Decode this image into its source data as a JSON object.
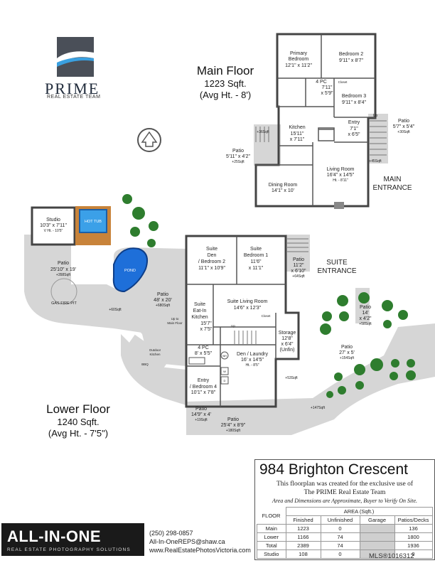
{
  "logo": {
    "wordmark": "PRIME",
    "tagline": "REAL ESTATE TEAM"
  },
  "main_floor": {
    "title": "Main Floor",
    "area": "1223 Sqft.",
    "height": "(Avg Ht. - 8')"
  },
  "lower_floor": {
    "title": "Lower Floor",
    "area": "1240 Sqft.",
    "height": "(Avg Ht. - 7'5\")"
  },
  "rooms_main": {
    "primary_name": "Primary",
    "primary_name2": "Bedroom",
    "primary_dim": "12'1\" x 11'2\"",
    "bed2_name": "Bedroom 2",
    "bed2_dim": "9'11\" x 8'7\"",
    "bed3_name": "Bedroom 3",
    "bed3_dim": "9'11\" x 8'4\"",
    "bath_name": "4 PC",
    "bath_dim": "7'11\"",
    "bath_dim2": "x 5'9\"",
    "kitchen_name": "Kitchen",
    "kitchen_dim": "15'11\"",
    "kitchen_dim2": "x 7'11\"",
    "entry_name": "Entry",
    "entry_dim": "7'1\"",
    "entry_dim2": "x 6'5\"",
    "living_name": "Living Room",
    "living_dim": "16'4\" x 14'5\"",
    "living_ht": "Ht. - 8'11\"",
    "dining_name": "Dining Room",
    "dining_dim": "14'1\" x 10'",
    "patio_r_name": "Patio",
    "patio_r_dim": "5'7\" x 5'4\"",
    "patio_r_sqft": "+30Sqft",
    "patio_l_name": "Patio",
    "patio_l_dim": "5'11\" x 4'2\"",
    "patio_l_sqft": "+25Sqft",
    "sqft_36": "+36Sqft",
    "sqft_45": "+45Sqft",
    "closet": "Closet",
    "up": "Up",
    "main_entrance": "MAIN",
    "main_entrance2": "ENTRANCE"
  },
  "rooms_lower": {
    "studio_name": "Studio",
    "studio_dim": "10'3\" x 7'11\"",
    "studio_ht": "V Ht. - 10'5\"",
    "hot_tub": "HOT TUB",
    "pond": "POND",
    "patio_big_name": "Patio",
    "patio_big_dim": "25'10\" x 19'",
    "patio_big_sqft": "+358Sqft",
    "gas_fire_pit": "GAS FIRE PIT",
    "sqft_60": "+60Sqft",
    "den_name": "Suite",
    "den_name2": "Den",
    "den_name3": "/ Bedroom 2",
    "den_dim": "11'1\" x 10'9\"",
    "sbed1_name": "Suite",
    "sbed1_name2": "Bedroom 1",
    "sbed1_dim": "11'6\"",
    "sbed1_dim2": "x 11'1\"",
    "patio_s_name": "Patio",
    "patio_s_dim": "11'2\"",
    "patio_s_dim2": "x 6'10\"",
    "patio_s_sqft": "+64Sqft",
    "suite_entrance": "SUITE",
    "suite_entrance2": "ENTRANCE",
    "patio_48_name": "Patio",
    "patio_48_dim": "48' x 20'",
    "patio_48_sqft": "+680Sqft",
    "eik_name": "Suite",
    "eik_name2": "Eat-In",
    "eik_name3": "Kitchen",
    "eik_dim": "15'7\"",
    "eik_dim2": "x 7'5\"",
    "slr_name": "Suite Living Room",
    "slr_dim": "14'6\" x 12'3\"",
    "storage_name": "Storage",
    "storage_dim": "12'8\"",
    "storage_dim2": "x 6'4\"",
    "storage_note": "(Unfin)",
    "bath_name": "4 PC",
    "bath_dim": "8' x 5'5\"",
    "laundry_name": "Den / Laundry",
    "laundry_dim": "16' x 14'5\"",
    "laundry_ht": "Ht. - 8'5\"",
    "entry_name": "Entry",
    "entry_name2": "/ Bedroom 4",
    "entry_dim": "10'1\" x 7'8\"",
    "outdoor_kitchen": "Outdoor",
    "outdoor_kitchen2": "Kitchen",
    "bbq": "BBQ",
    "patio_a_name": "Patio",
    "patio_a_dim": "14'9\" x 4'",
    "patio_a_sqft": "+19Sqft",
    "patio_b_name": "Patio",
    "patio_b_dim": "25'4\" x 8'9\"",
    "patio_b_sqft": "+180Sqft",
    "patio_c_name": "Patio",
    "patio_c_dim": "27' x 5'",
    "patio_c_sqft": "+154Sqft",
    "patio_d_name": "Patio",
    "patio_d_dim": "14'",
    "patio_d_dim2": "x 4'2\"",
    "patio_d_sqft": "+58Sqft",
    "sqft_53": "+53Sqft",
    "sqft_147": "+147Sqft",
    "up_main": "Up to",
    "up_main2": "Main Floor",
    "closet": "Closet",
    "up": "Up",
    "wh": "WH",
    "w": "W",
    "d": "D"
  },
  "info": {
    "title": "984 Brighton Crescent",
    "line1": "This floorplan was created for the exclusive use of",
    "line2": "The PRIME Real Estate Team",
    "line3": "Area and Dimensions are Approximate, Buyer to Verify On Site.",
    "header_floor": "FLOOR",
    "header_area": "AREA (Sqft.)",
    "columns": [
      "Finished",
      "Unfinished",
      "Garage",
      "Patios/Decks"
    ],
    "rows": [
      [
        "Main",
        "1223",
        "0",
        "",
        "136"
      ],
      [
        "Lower",
        "1166",
        "74",
        "",
        "1800"
      ],
      [
        "Total",
        "2389",
        "74",
        "",
        "1936"
      ],
      [
        "Studio",
        "108",
        "0",
        "",
        "0"
      ]
    ]
  },
  "branding": {
    "company": "ALL-IN-ONE",
    "company_sub": "REAL ESTATE PHOTOGRAPHY SOLUTIONS",
    "phone": "(250) 298-0857",
    "email": "All-In-OneREPS@shaw.ca",
    "website": "www.RealEstatePhotosVictoria.com"
  },
  "mls": "MLS®1016312",
  "colors": {
    "wall": "#444444",
    "patio": "#d6d6d6",
    "pond": "#1e6fd9",
    "hot_tub": "#3ba0e8",
    "deck": "#c8833a",
    "shrub": "#2e7d2e"
  }
}
